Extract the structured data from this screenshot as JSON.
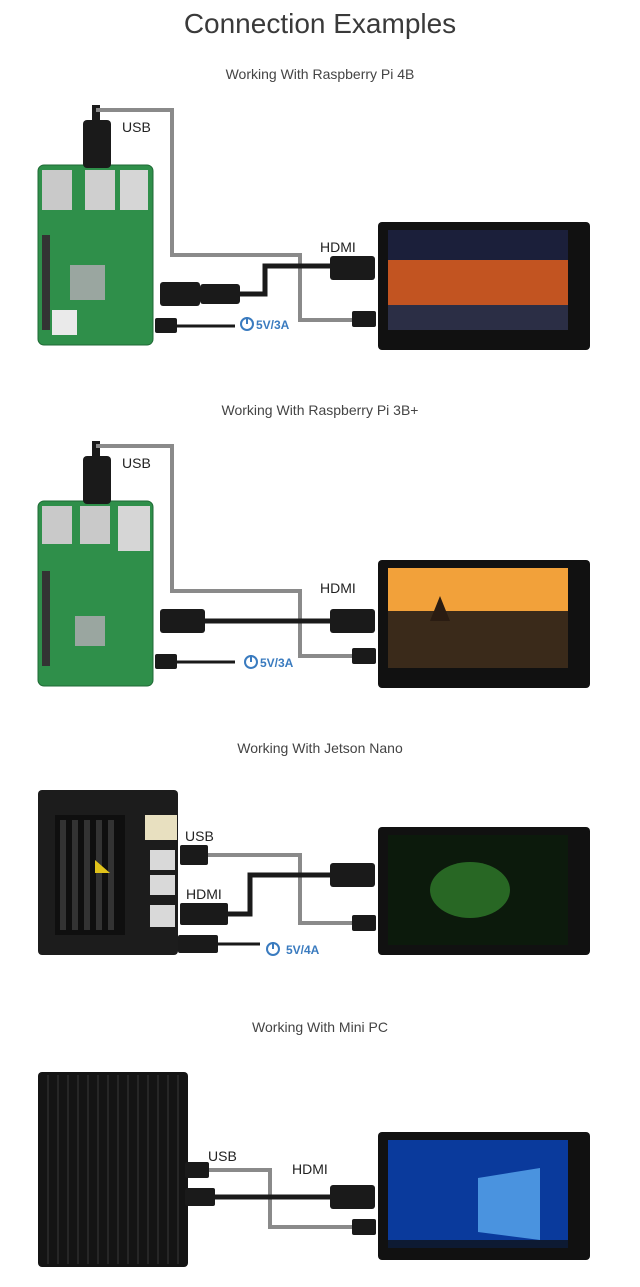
{
  "page": {
    "title": "Connection Examples"
  },
  "sections": [
    {
      "heading": "Working With Raspberry Pi 4B",
      "usb_label": "USB",
      "hdmi_label": "HDMI",
      "power_label": "5V/3A"
    },
    {
      "heading": "Working With Raspberry Pi 3B+",
      "usb_label": "USB",
      "hdmi_label": "HDMI",
      "power_label": "5V/3A"
    },
    {
      "heading": "Working With Jetson Nano",
      "usb_label": "USB",
      "hdmi_label": "HDMI",
      "power_label": "5V/4A"
    },
    {
      "heading": "Working With Mini PC",
      "usb_label": "USB",
      "hdmi_label": "HDMI"
    }
  ],
  "colors": {
    "pcb": "#2f8f4a",
    "cable_gray": "#8a8a8a",
    "cable_black": "#1a1a1a",
    "power_blue": "#3a7bbf"
  },
  "icons": [
    "power-icon"
  ]
}
